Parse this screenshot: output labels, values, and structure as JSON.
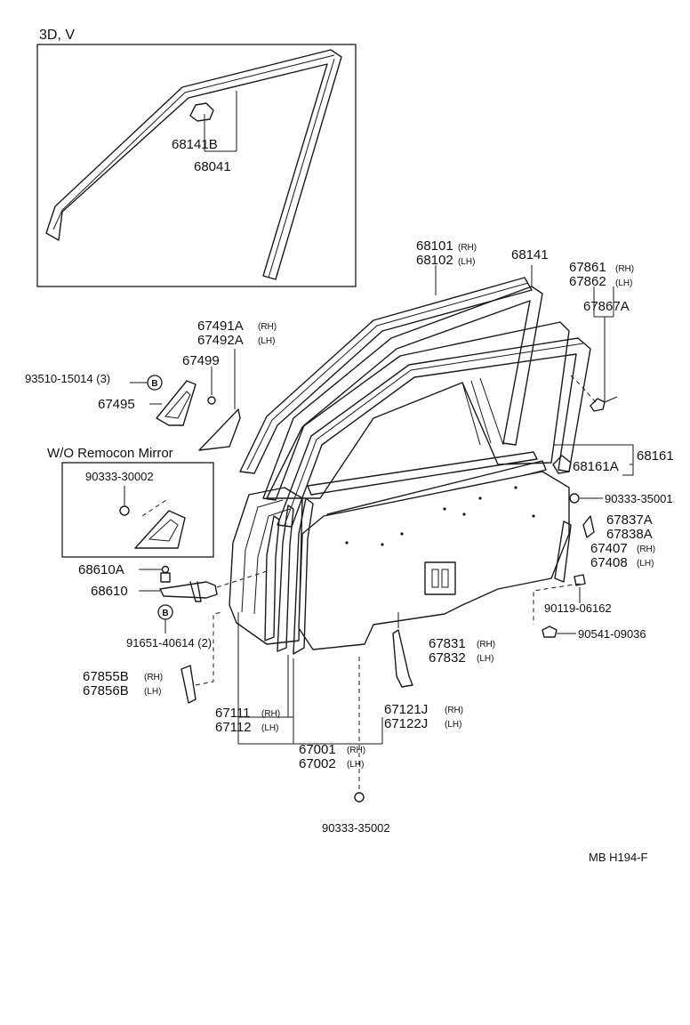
{
  "inset_title": "3D, V",
  "inset_remocon_title": "W/O Remocon Mirror",
  "footer_code": "MB  H194-F",
  "circle_letter": "B",
  "parts": {
    "p68141B": "68141B",
    "p68041": "68041",
    "p68101": "68101",
    "p68102": "68102",
    "p68141": "68141",
    "p67861": "67861",
    "p67862": "67862",
    "p67867A": "67867A",
    "p67491A": "67491A",
    "p67492A": "67492A",
    "p67499": "67499",
    "p93510": "93510-15014 (3)",
    "p67495": "67495",
    "p90333_30002": "90333-30002",
    "p68610A": "68610A",
    "p68610": "68610",
    "p91651": "91651-40614 (2)",
    "p67855B": "67855B",
    "p67856B": "67856B",
    "p68161": "68161",
    "p68161A": "68161A",
    "p90333_35001": "90333-35001",
    "p67837A": "67837A",
    "p67838A": "67838A",
    "p67407": "67407",
    "p67408": "67408",
    "p90119": "90119-06162",
    "p90541": "90541-09036",
    "p67831": "67831",
    "p67832": "67832",
    "p67111": "67111",
    "p67112": "67112",
    "p67121J": "67121J",
    "p67122J": "67122J",
    "p67001": "67001",
    "p67002": "67002",
    "p90333_35002": "90333-35002"
  },
  "sides": {
    "rh": "(RH)",
    "lh": "(LH)"
  }
}
